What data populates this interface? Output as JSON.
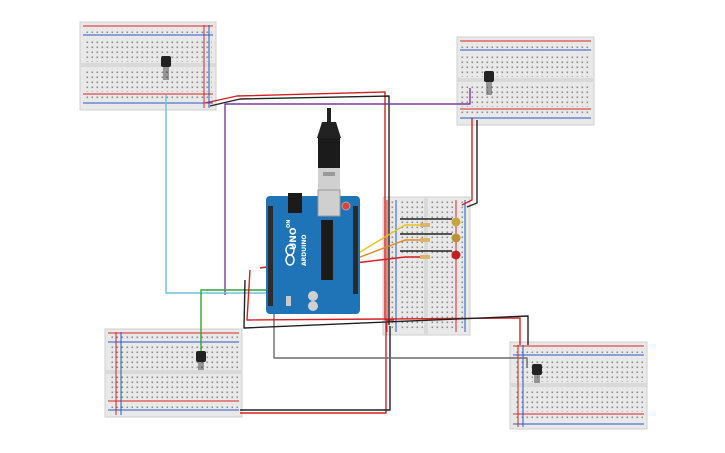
{
  "board": {
    "model_label": "UNO",
    "brand_label": "ARDUINO",
    "on_label": "ON"
  },
  "colors": {
    "board_blue": "#1f73b7",
    "wire_red": "#d32020",
    "wire_black": "#222222",
    "wire_purple": "#7a3c9e",
    "wire_cyan": "#6fc2d8",
    "wire_green": "#2fa43a",
    "wire_gray": "#6b6b6b",
    "wire_yellow": "#e7c21a",
    "wire_orange": "#e28a1c",
    "led_yellow": "#c9a43a",
    "led_red": "#c41e1e"
  },
  "components": {
    "sensors": [
      "sensor-top-left",
      "sensor-top-right",
      "sensor-bottom-left",
      "sensor-bottom-right"
    ],
    "leds": [
      "led-yellow-1",
      "led-yellow-2",
      "led-red"
    ],
    "resistors": 3
  }
}
